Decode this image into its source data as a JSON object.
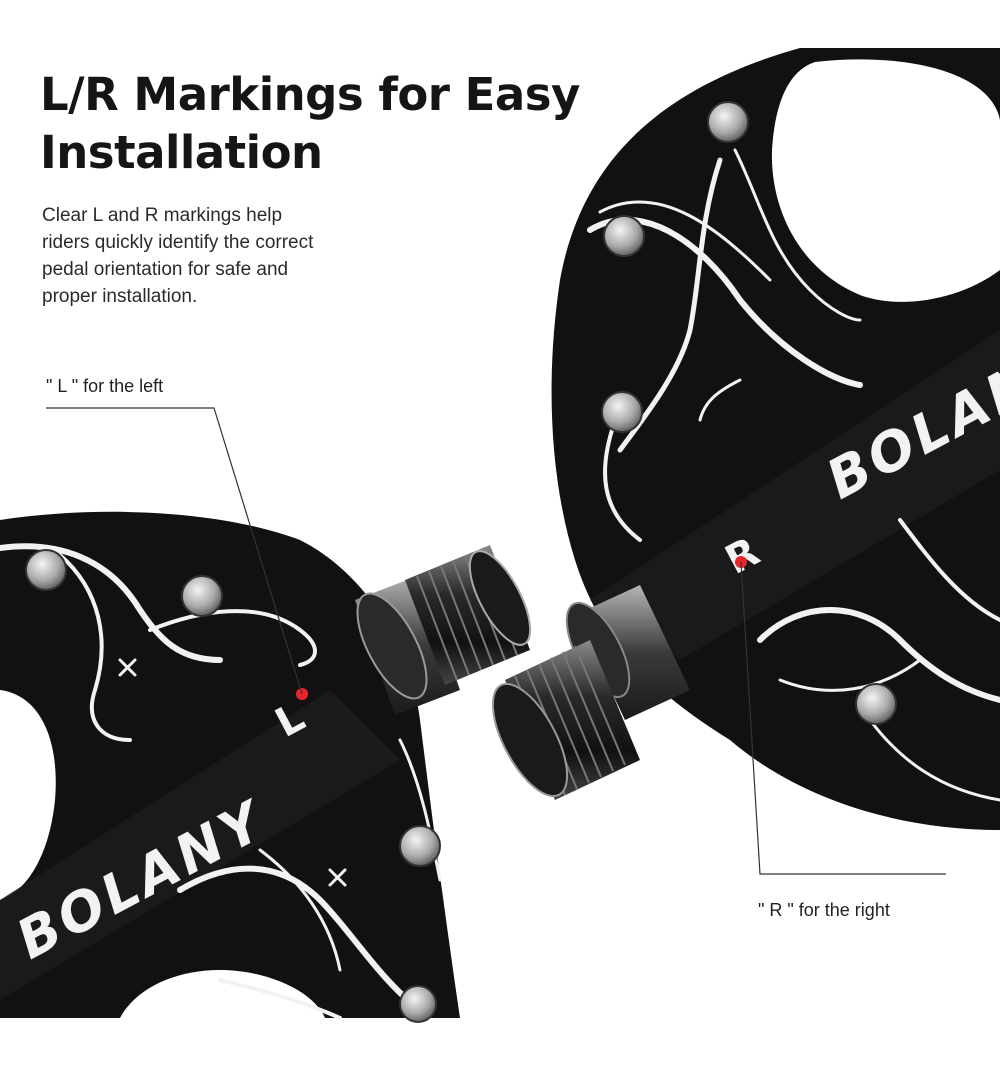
{
  "heading": {
    "line1": "L/R Markings for Easy",
    "line2": "Installation"
  },
  "description": {
    "line1": "Clear L and R markings help",
    "line2": "riders quickly identify the correct",
    "line3": "pedal orientation for safe and",
    "line4": "proper installation."
  },
  "callouts": {
    "left": "\" L \" for the left",
    "right": "\" R \" for the right"
  },
  "product": {
    "brand_left": "BOLANY",
    "brand_right": "BOLANY",
    "mark_left": "L",
    "mark_right": "R"
  },
  "colors": {
    "background": "#ffffff",
    "pedal_body": "#111111",
    "graphic": "#f2f2f2",
    "marker_dot": "#e8262a",
    "text": "#151515"
  }
}
